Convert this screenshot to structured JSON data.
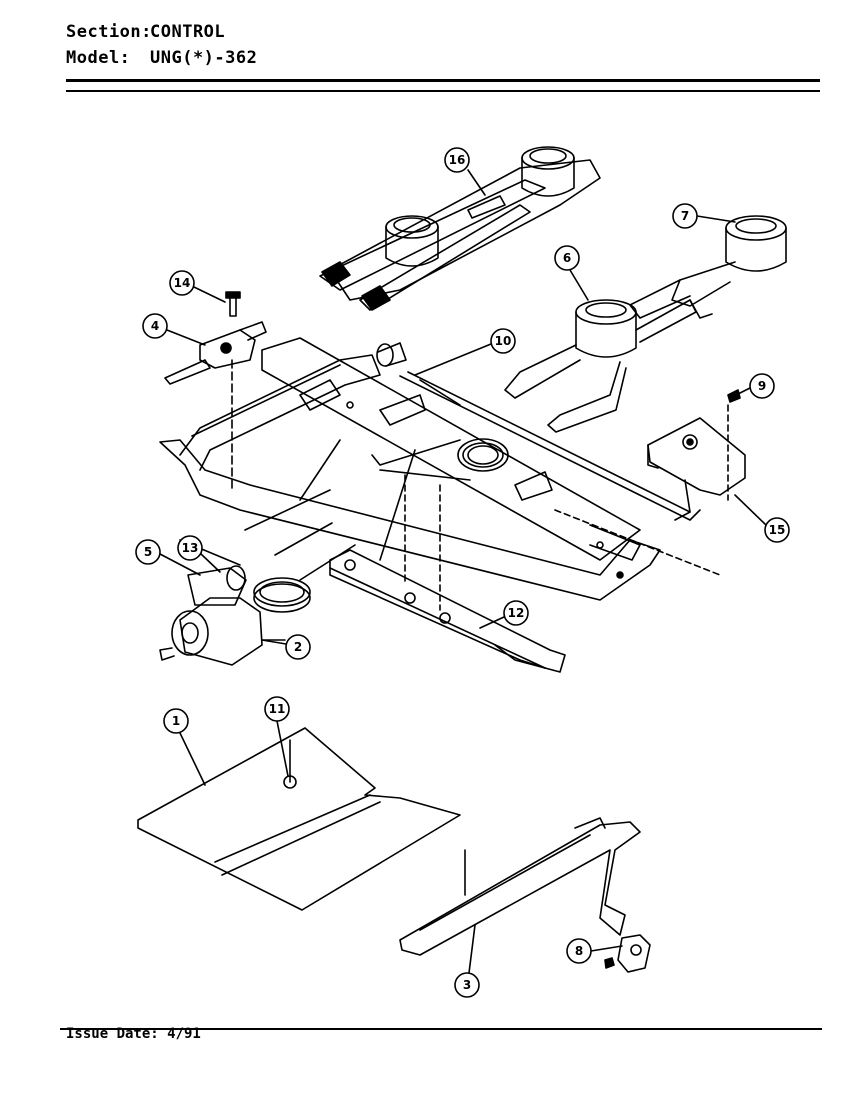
{
  "header": {
    "section_label": "Section:",
    "section_value": "CONTROL",
    "model_label": "Model:",
    "model_value": "UNG(*)-362"
  },
  "footer": {
    "issue_date": "Issue Date: 4/91"
  },
  "callouts": [
    "16",
    "7",
    "6",
    "14",
    "4",
    "10",
    "9",
    "15",
    "5",
    "13",
    "2",
    "12",
    "1",
    "11",
    "8",
    "3"
  ]
}
